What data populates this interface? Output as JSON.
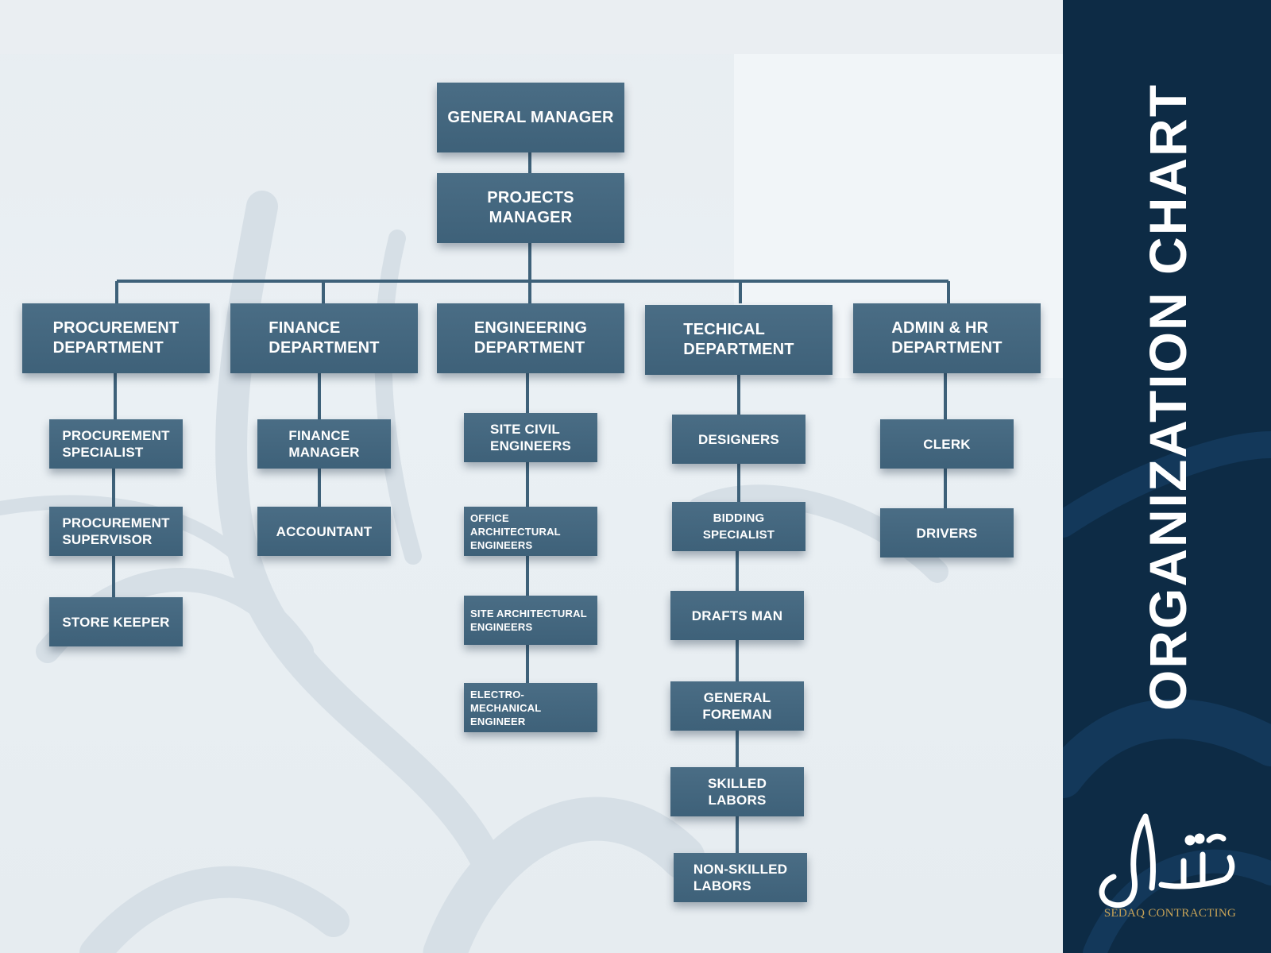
{
  "sidebar": {
    "title": "ORGANIZATION CHART",
    "logo_text": "SEDAQ CONTRACTING",
    "background": "#0d2b45",
    "accent": "#c6a257"
  },
  "chart": {
    "box_color": "#436780",
    "top": {
      "general_manager": "GENERAL MANAGER",
      "projects_manager": "PROJECTS MANAGER"
    },
    "departments": [
      {
        "title": [
          "PROCUREMENT",
          "DEPARTMENT"
        ],
        "roles": [
          [
            "PROCUREMENT",
            "SPECIALIST"
          ],
          [
            "PROCUREMENT",
            "SUPERVISOR"
          ],
          [
            "STORE KEEPER"
          ]
        ]
      },
      {
        "title": [
          "FINANCE",
          "DEPARTMENT"
        ],
        "roles": [
          [
            "FINANCE",
            "MANAGER"
          ],
          [
            "ACCOUNTANT"
          ]
        ]
      },
      {
        "title": [
          "ENGINEERING",
          "DEPARTMENT"
        ],
        "roles": [
          [
            "SITE CIVIL",
            "ENGINEERS"
          ],
          [
            "OFFICE ARCHITECTURAL",
            "ENGINEERS"
          ],
          [
            "SITE ARCHITECTURAL",
            "ENGINEERS"
          ],
          [
            "ELECTRO-MECHANICAL",
            "ENGINEER"
          ]
        ]
      },
      {
        "title": [
          "TECHICAL",
          "DEPARTMENT"
        ],
        "roles": [
          [
            "DESIGNERS"
          ],
          [
            "BIDDING SPECIALIST"
          ],
          [
            "DRAFTS MAN"
          ],
          [
            "GENERAL",
            "FOREMAN"
          ],
          [
            "SKILLED LABORS"
          ],
          [
            "NON-SKILLED",
            "LABORS"
          ]
        ]
      },
      {
        "title": [
          "ADMIN & HR",
          "DEPARTMENT"
        ],
        "roles": [
          [
            "CLERK"
          ],
          [
            "DRIVERS"
          ]
        ]
      }
    ]
  }
}
